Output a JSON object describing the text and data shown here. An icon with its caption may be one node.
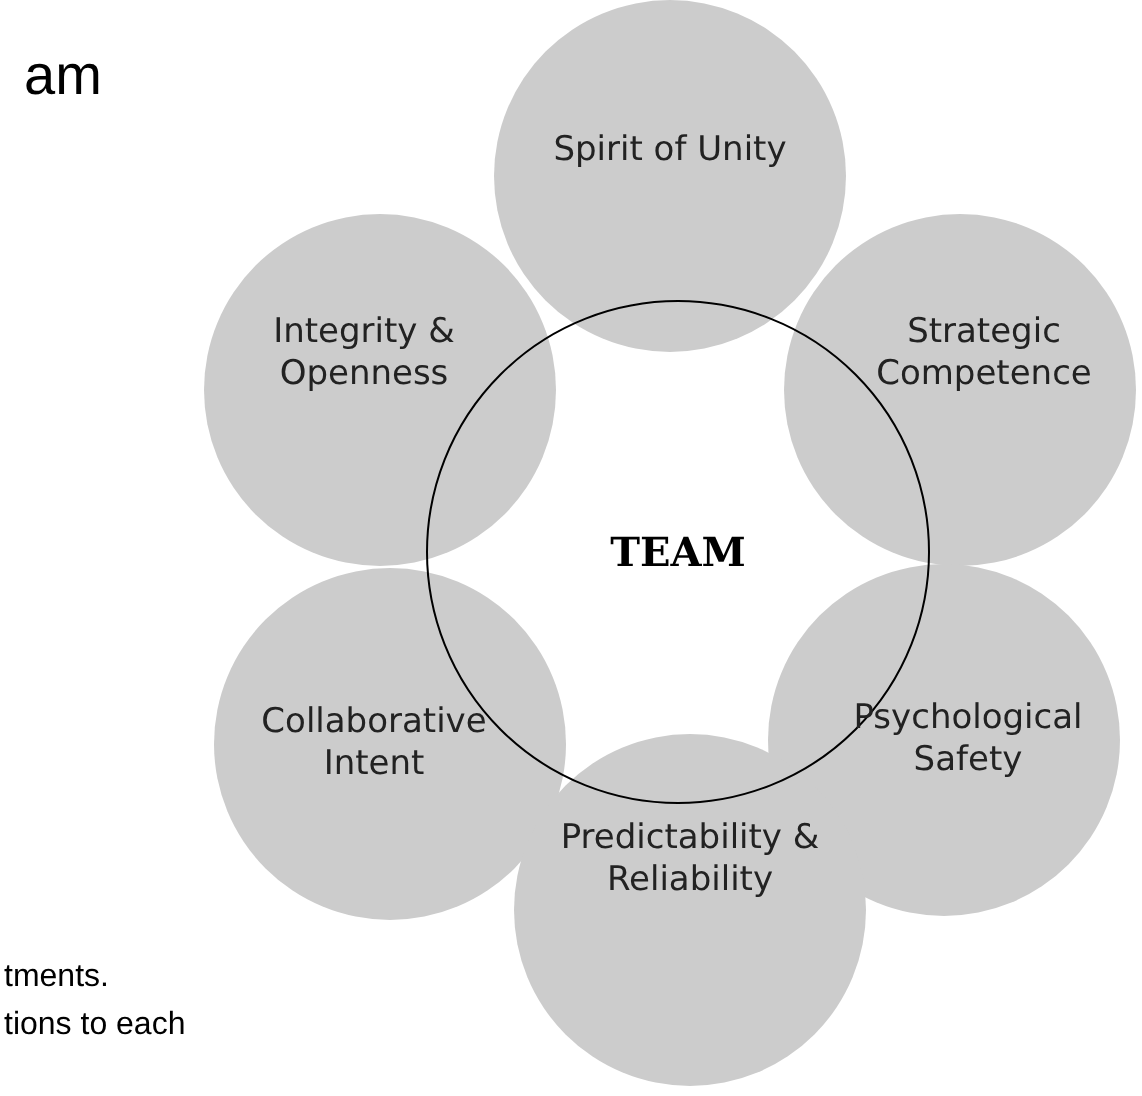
{
  "diagram": {
    "nodes": [
      {
        "text": [
          "Spirit of Unity"
        ]
      },
      {
        "text": [
          "Integrity & Openness"
        ]
      },
      {
        "text": [
          "Strategic Competence"
        ]
      },
      {
        "text": [
          "TEAM"
        ]
      },
      {
        "text": [
          "Collaborative Intent"
        ]
      },
      {
        "text": [
          "Psychological Safety"
        ]
      },
      {
        "text": [
          "Predictability & Reliability"
        ]
      }
    ],
    "labels": [
      "am",
      "tments.",
      "tions to each"
    ]
  }
}
